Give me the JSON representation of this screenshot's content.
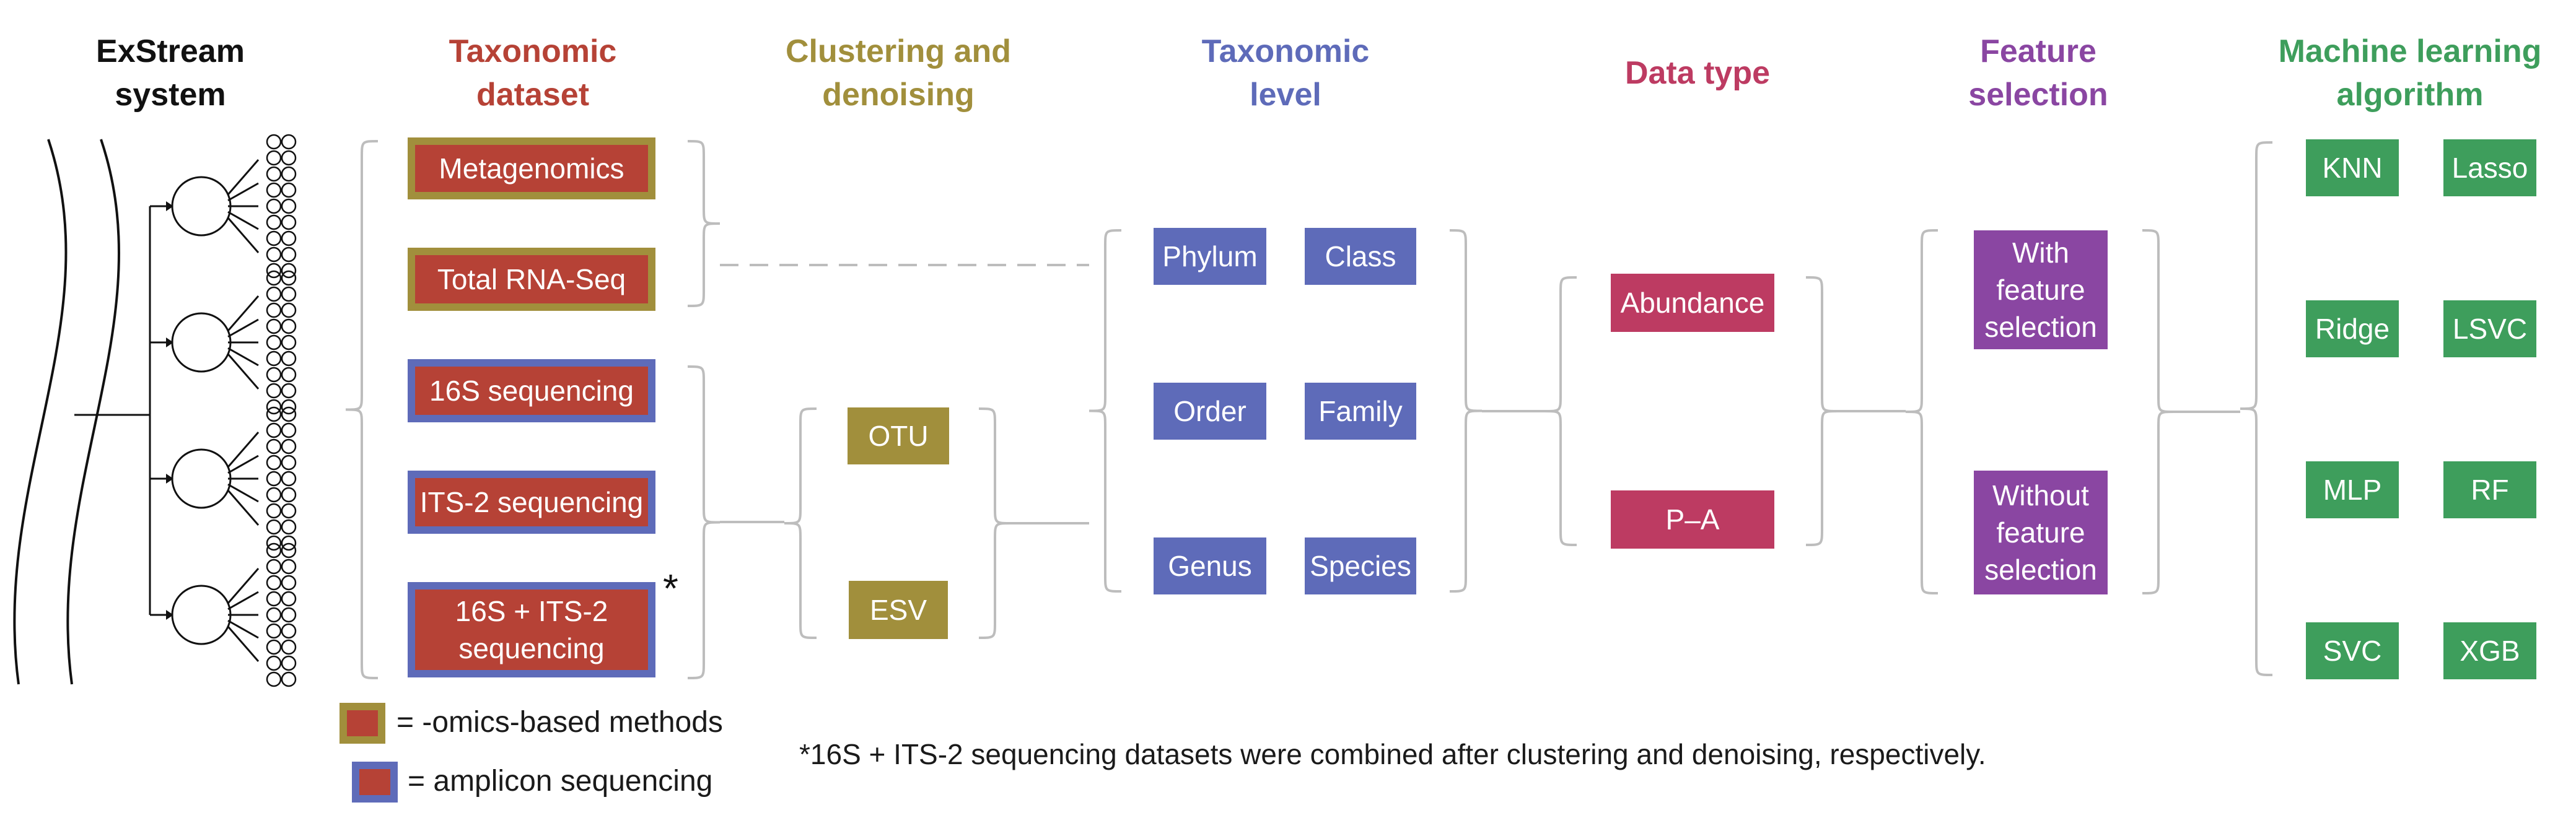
{
  "headers": {
    "exstream": "ExStream\nsystem",
    "dataset": "Taxonomic\ndataset",
    "clustering": "Clustering and\ndenoising",
    "level": "Taxonomic\nlevel",
    "datatype": "Data type",
    "feature": "Feature\nselection",
    "ml": "Machine learning\nalgorithm"
  },
  "datasets": {
    "metagenomics": "Metagenomics",
    "rnaseq": "Total RNA-Seq",
    "s16": "16S sequencing",
    "its2": "ITS-2 sequencing",
    "combined": "16S + ITS-2\nsequencing"
  },
  "asterisk": "*",
  "clustering": {
    "otu": "OTU",
    "esv": "ESV"
  },
  "levels": {
    "phylum": "Phylum",
    "class": "Class",
    "order": "Order",
    "family": "Family",
    "genus": "Genus",
    "species": "Species"
  },
  "datatypes": {
    "abundance": "Abundance",
    "pa": "P–A"
  },
  "features": {
    "with": "With\nfeature\nselection",
    "without": "Without\nfeature\nselection"
  },
  "algorithms": {
    "knn": "KNN",
    "lasso": "Lasso",
    "ridge": "Ridge",
    "lsvc": "LSVC",
    "mlp": "MLP",
    "rf": "RF",
    "svc": "SVC",
    "xgb": "XGB"
  },
  "legend": {
    "omics": "= -omics-based methods",
    "amplicon": "= amplicon sequencing"
  },
  "footnote": "*16S + ITS-2 sequencing datasets were combined after clustering and denoising, respectively.",
  "colors": {
    "dataset_header": "#b64236",
    "clustering_header": "#a18f3c",
    "level_header": "#5e6bb9",
    "datatype_header": "#bd3b62",
    "feature_header": "#8a46a2",
    "ml_header": "#3e9e5c",
    "dataset_fill": "#b64236",
    "omics_border": "#a18f3c",
    "amplicon_border": "#5e6bb9",
    "bracket": "#bdbdbd"
  }
}
